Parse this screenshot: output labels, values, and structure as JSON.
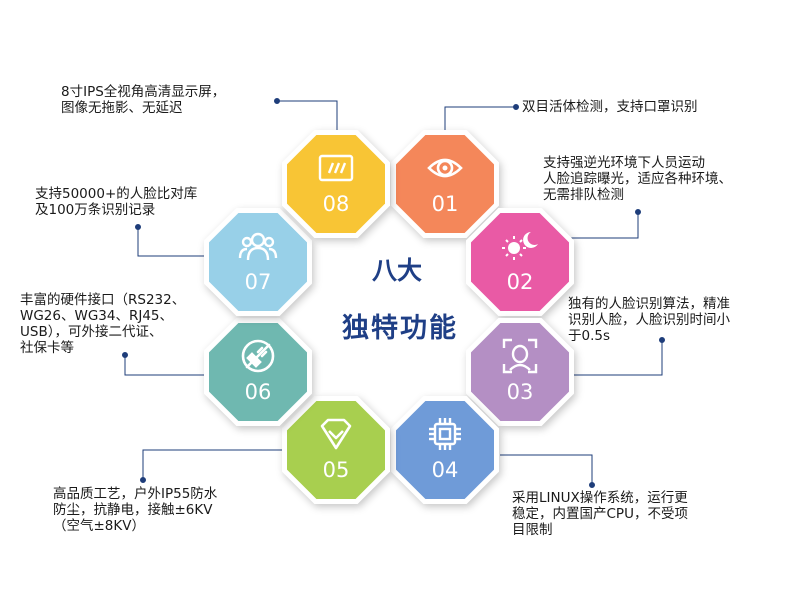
{
  "center": {
    "line1": "八大",
    "line2": "独特功能"
  },
  "features": [
    {
      "num": "01",
      "icon": "eye-icon",
      "color": "#f4875a",
      "text": "双目活体检测，支持口罩识别"
    },
    {
      "num": "02",
      "icon": "sun-moon-icon",
      "color": "#e95aa5",
      "text": "支持强逆光环境下人员运动\n人脸追踪曝光，适应各种环境、\n无需排队检测"
    },
    {
      "num": "03",
      "icon": "face-scan-icon",
      "color": "#b48fc4",
      "text": "独有的人脸识别算法，精准\n识别人脸，人脸识别时间小\n于0.5s"
    },
    {
      "num": "04",
      "icon": "chip-icon",
      "color": "#6f9bd8",
      "text": "采用LINUX操作系统，运行更\n稳定，内置国产CPU，不受项\n目限制"
    },
    {
      "num": "05",
      "icon": "diamond-icon",
      "color": "#a8cf4f",
      "text": "高品质工艺，户外IP55防水\n防尘，抗静电，接触±6KV\n（空气±8KV）"
    },
    {
      "num": "06",
      "icon": "plug-icon",
      "color": "#6fb8b0",
      "text": "丰富的硬件接口（RS232、\nWG26、WG34、RJ45、\nUSB），可外接二代证、\n社保卡等"
    },
    {
      "num": "07",
      "icon": "users-icon",
      "color": "#98d0e8",
      "text": "支持50000+的人脸比对库\n及100万条识别记录"
    },
    {
      "num": "08",
      "icon": "screen-icon",
      "color": "#f8c535",
      "text": "8寸IPS全视角高清显示屏，\n图像无拖影、无延迟"
    }
  ]
}
